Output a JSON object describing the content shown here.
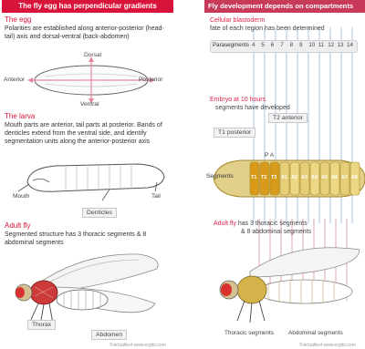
{
  "left": {
    "banner": "The fly egg has perpendicular gradients",
    "egg": {
      "title": "The egg",
      "text": "Polarities are established along anterior-posterior (head-tail) axis and dorsal-ventral (back-abdomen)",
      "labels": {
        "dorsal": "Dorsal",
        "ventral": "Ventral",
        "anterior": "Anterior",
        "posterior": "Posterior"
      }
    },
    "larva": {
      "title": "The larva",
      "text": "Mouth parts are anterior, tail parts at posterior. Bands of denticles extend from the ventral side, and identify segmentation units along the anterior-posterior axis",
      "labels": {
        "mouth": "Mouth",
        "tail": "Tail",
        "denticles": "Denticles"
      }
    },
    "adult": {
      "title": "Adult fly",
      "text": "Segmented structure has 3 thoracic segments & 8 abdominal segments",
      "labels": {
        "thorax": "Thorax",
        "abdomen": "Abdomen"
      }
    },
    "footer": "©virtualtext  www.ergito.com"
  },
  "right": {
    "banner": "Fly development depends on compartments",
    "blastoderm": {
      "title": "Cellular blastoderm",
      "text": "fate of each region has been determined"
    },
    "parasegments": {
      "label": "Parasegments",
      "numbers": [
        "4",
        "5",
        "6",
        "7",
        "8",
        "9",
        "10",
        "11",
        "12",
        "13",
        "14"
      ]
    },
    "embryo": {
      "title": "Embryo at 10 hours",
      "text": "segments have developed",
      "t2": "T2 anterior",
      "t1": "T1 posterior",
      "pa": "P A",
      "segments_label": "Segments",
      "segment_names": [
        "T1",
        "T2",
        "T3",
        "A1",
        "A2",
        "A3",
        "A4",
        "A5",
        "A6",
        "A7",
        "A8"
      ]
    },
    "adult": {
      "title": "Adult fly",
      "text": "has 3 thoracic segments",
      "text2": "& 8 abdominal segments",
      "thoracic": "Thoracic segments",
      "abdominal": "Abdominal segments"
    },
    "footer": "©virtualtext  www.ergito.com"
  }
}
